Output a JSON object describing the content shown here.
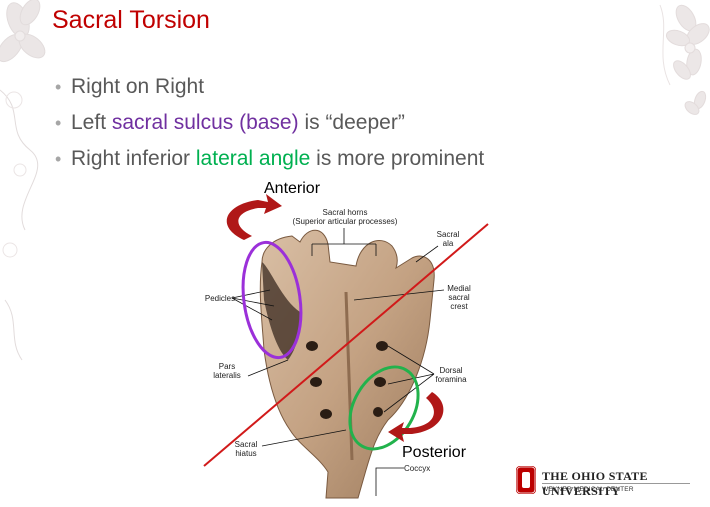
{
  "slide": {
    "title": "Sacral Torsion",
    "bullets": [
      {
        "pre": "Right on Right",
        "highlight": "",
        "post": "",
        "highlight_color": ""
      },
      {
        "pre": "Left ",
        "highlight": "sacral sulcus (base)",
        "post": " is “deeper”",
        "highlight_color": "#7030a0"
      },
      {
        "pre": "Right inferior ",
        "highlight": "lateral angle",
        "post": " is more prominent",
        "highlight_color": "#00b050"
      }
    ]
  },
  "figure": {
    "labels": {
      "anterior": "Anterior",
      "posterior": "Posterior",
      "sacral_horns_line1": "Sacral horns",
      "sacral_horns_line2": "(Superior articular processes)",
      "sacral_ala_line1": "Sacral",
      "sacral_ala_line2": "ala",
      "pedicles": "Pedicles",
      "medial_crest_line1": "Medial",
      "medial_crest_line2": "sacral",
      "medial_crest_line3": "crest",
      "pars_line1": "Pars",
      "pars_line2": "lateralis",
      "dorsal_line1": "Dorsal",
      "dorsal_line2": "foramina",
      "hiatus_line1": "Sacral",
      "hiatus_line2": "hiatus",
      "coccyx": "Coccyx"
    },
    "colors": {
      "axis_line": "#d11a1a",
      "base_circle": "#9b30d9",
      "ila_circle": "#22b24c",
      "rotation_arrow": "#b01818",
      "bone": "#c8a888"
    }
  },
  "logo": {
    "name": "The Ohio State University",
    "subtitle": "WEXNER MEDICAL CENTER",
    "color": "#bb0000"
  }
}
